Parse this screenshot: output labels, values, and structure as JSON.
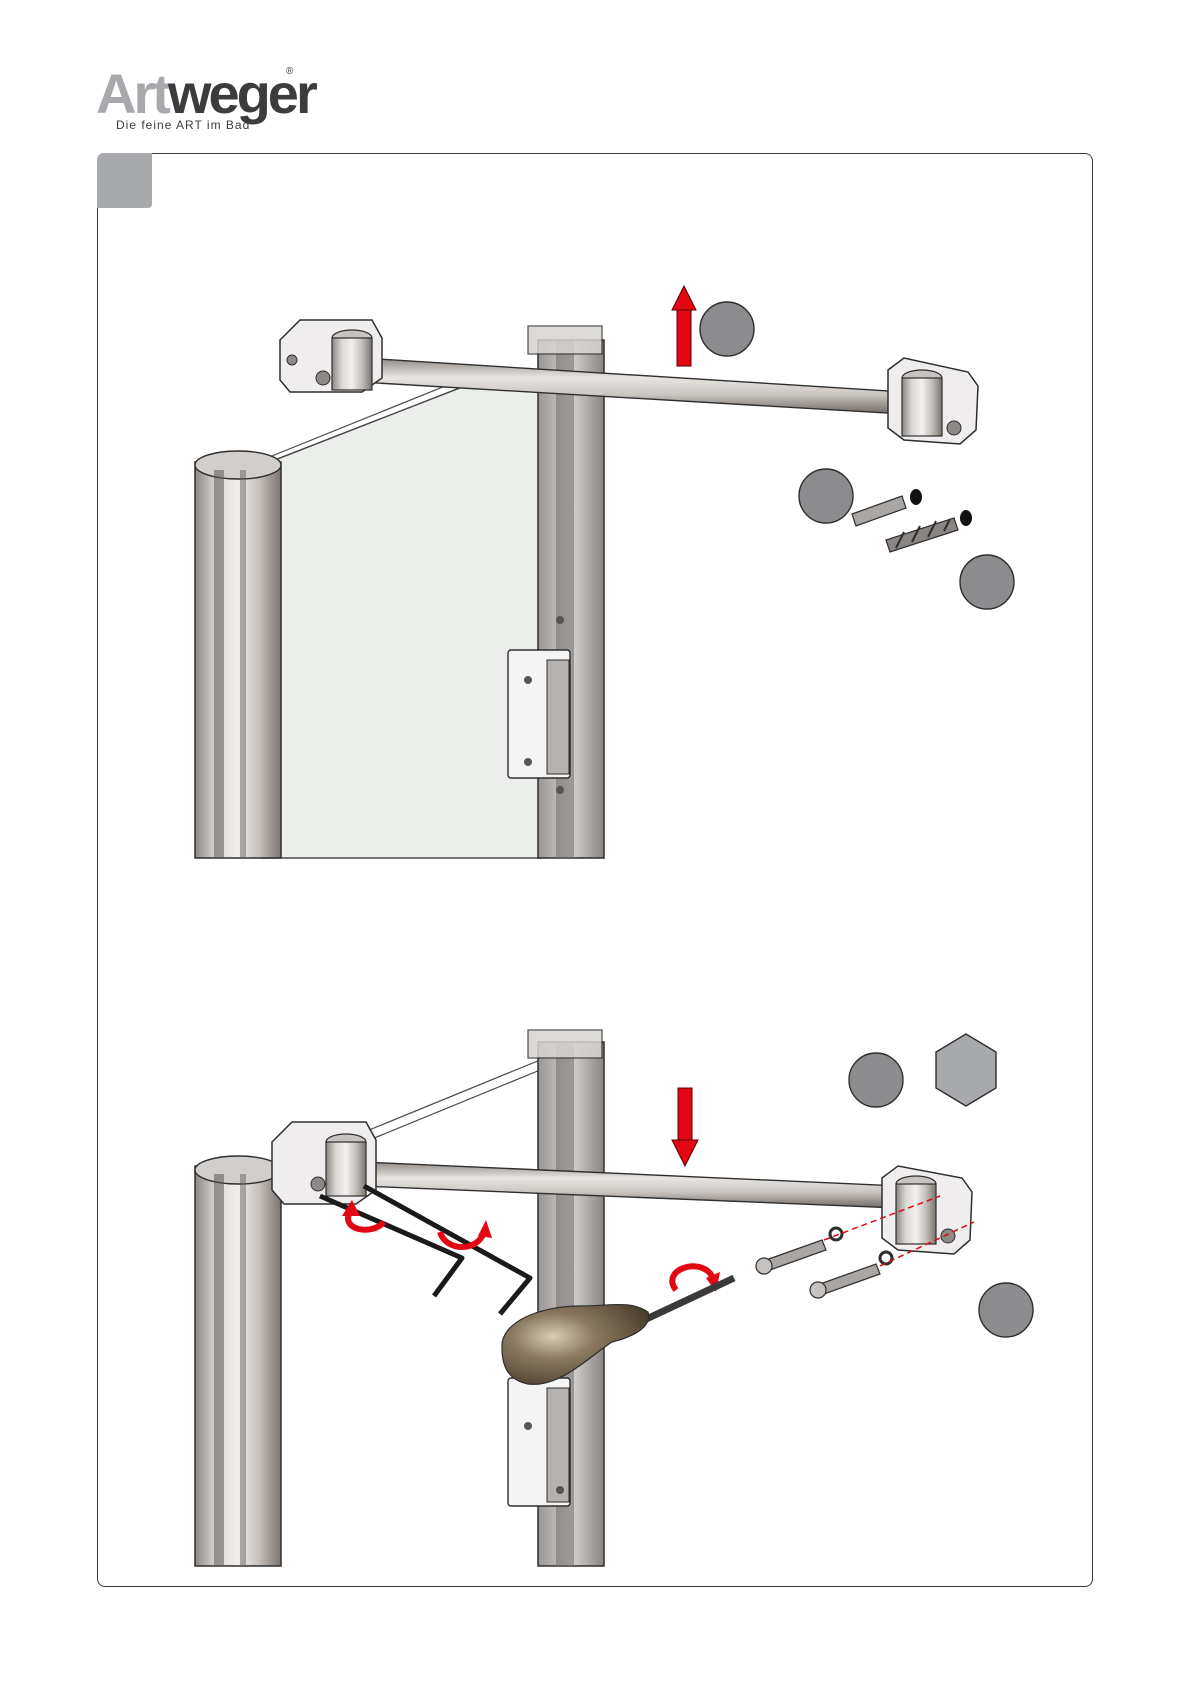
{
  "logo": {
    "word_part1": "Art",
    "word_part2": "weger",
    "registered": "®",
    "tagline": "Die feine ART im Bad"
  },
  "colors": {
    "frame_border": "#3a3a3a",
    "step_tab": "#a7a9ac",
    "callout_circle": "#8c8c8e",
    "arrow": "#e30613",
    "glass": "#eceeec",
    "profile": "#c9c6c4",
    "bar": "#b9b4b0"
  },
  "icons": {
    "lift_arrow": "arrow-up-icon",
    "lower_arrow": "arrow-down-icon",
    "rotate": "rotate-arrow-icon",
    "hex_key": "hex-key-icon",
    "screwdriver": "screwdriver-icon",
    "drill": "drill-bit-icon",
    "dowel": "wall-plug-icon",
    "screw": "screw-icon",
    "hex_badge": "hexagon-icon"
  }
}
